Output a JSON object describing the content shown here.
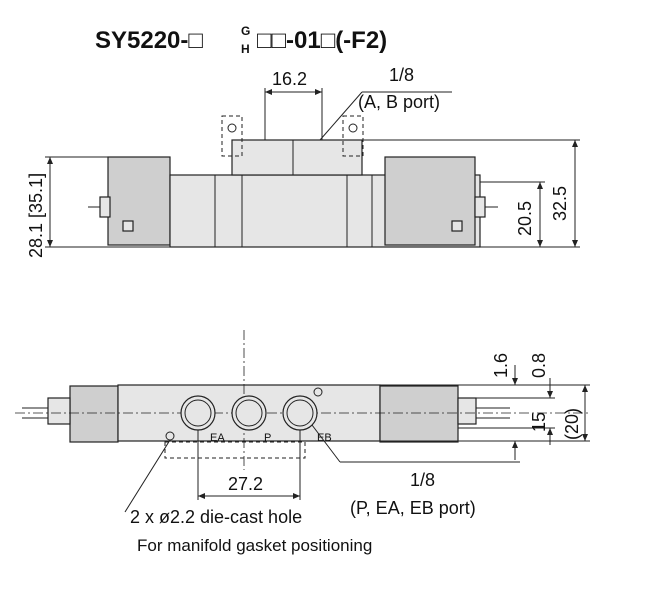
{
  "title": {
    "prefix": "SY5220-",
    "box": "□",
    "option_top": "G",
    "option_bottom": "H",
    "mid": "□□",
    "suffix": "-01",
    "box2": "□",
    "tail": "(-F2)"
  },
  "side_view": {
    "dim_width": "16.2",
    "port_size": "1/8",
    "port_desc": "(A, B port)",
    "dim_height_left": "28.1 [35.1]",
    "dim_height_mid": "20.5",
    "dim_height_right": "32.5"
  },
  "bottom_view": {
    "port_labels": [
      "EA",
      "P",
      "EB"
    ],
    "dim_pitch": "27.2",
    "port_size": "1/8",
    "port_desc": "(P, EA, EB port)",
    "dim_v1": "1.6",
    "dim_v2": "0.8",
    "dim_v3": "15",
    "dim_v4": "(20)",
    "hole_note": "2 x ø2.2 die-cast hole",
    "hole_purpose": "For manifold gasket positioning"
  }
}
